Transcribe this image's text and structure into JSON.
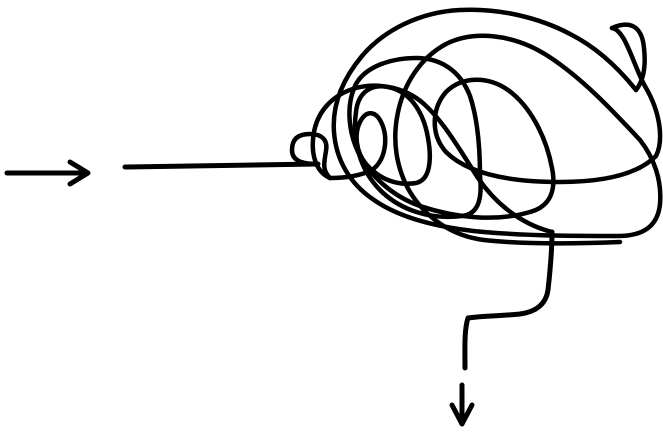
{
  "diagram": {
    "stroke_color": "#000000",
    "background_color": "#ffffff",
    "elements": [
      {
        "name": "entry-arrow",
        "kind": "straight arrow pointing right"
      },
      {
        "name": "entry-line",
        "kind": "straight horizontal line"
      },
      {
        "name": "tangle-scribble",
        "kind": "tangled looping scribble"
      },
      {
        "name": "exit-line",
        "kind": "line descending from the tangle"
      },
      {
        "name": "exit-arrow",
        "kind": "arrow pointing down"
      }
    ]
  }
}
